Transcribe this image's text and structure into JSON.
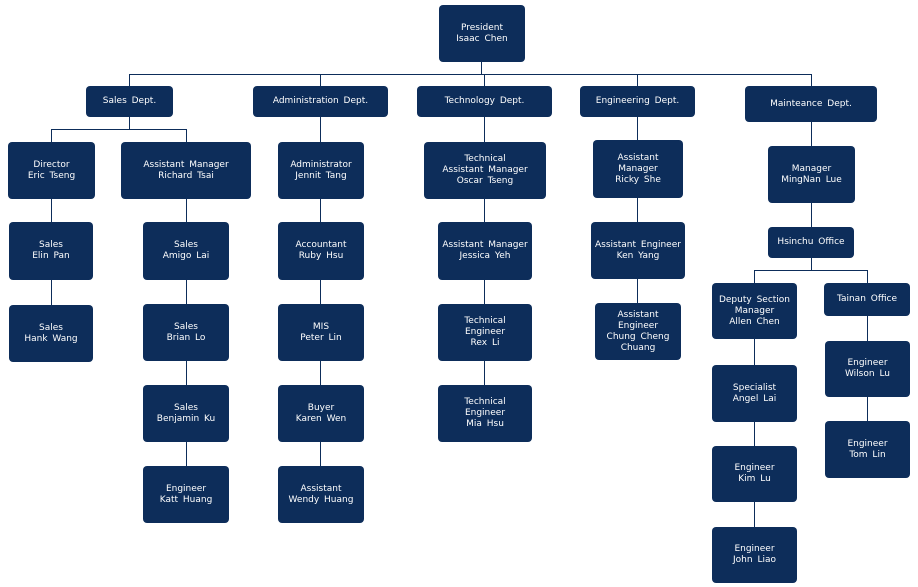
{
  "colors": {
    "box": "#0d2d5a",
    "line": "#0d2d5a",
    "text": "#ffffff"
  },
  "org": {
    "president": {
      "title": "President",
      "name": "Isaac  Chen"
    },
    "sales": {
      "dept": "Sales Dept.",
      "director": {
        "title": "Director",
        "name": "Eric  Tseng"
      },
      "sales_elin": {
        "title": "Sales",
        "name": "Elin  Pan"
      },
      "sales_hank": {
        "title": "Sales",
        "name": "Hank  Wang"
      },
      "asst_manager": {
        "title": "Assistant Manager",
        "name": "Richard  Tsai"
      },
      "sales_amigo": {
        "title": "Sales",
        "name": "Amigo  Lai"
      },
      "sales_brian": {
        "title": "Sales",
        "name": "Brian  Lo"
      },
      "sales_benjamin": {
        "title": "Sales",
        "name": "Benjamin  Ku"
      },
      "engineer_katt": {
        "title": "Engineer",
        "name": "Katt  Huang"
      }
    },
    "admin": {
      "dept": "Administration Dept.",
      "administrator": {
        "title": "Administrator",
        "name": "Jennit  Tang"
      },
      "accountant": {
        "title": "Accountant",
        "name": "Ruby  Hsu"
      },
      "mis": {
        "title": "MIS",
        "name": "Peter  Lin"
      },
      "buyer": {
        "title": "Buyer",
        "name": "Karen  Wen"
      },
      "assistant": {
        "title": "Assistant",
        "name": "Wendy  Huang"
      }
    },
    "tech": {
      "dept": "Technology  Dept.",
      "tech_am": {
        "title_1": "Technical",
        "title_2": "Assistant Manager",
        "name": "Oscar  Tseng"
      },
      "am_jessica": {
        "title": "Assistant Manager",
        "name": "Jessica  Yeh"
      },
      "eng_rex": {
        "title_1": "Technical",
        "title_2": "Engineer",
        "name": "Rex  Li"
      },
      "eng_mia": {
        "title_1": "Technical",
        "title_2": "Engineer",
        "name": "Mia  Hsu"
      }
    },
    "eng": {
      "dept": "Engineering  Dept.",
      "am_ricky": {
        "title_1": "Assistant",
        "title_2": "Manager",
        "name": "Ricky  She"
      },
      "ae_ken": {
        "title": "Assistant Engineer",
        "name": "Ken  Yang"
      },
      "ae_chung": {
        "title_1": "Assistant",
        "title_2": "Engineer",
        "name_1": "Chung  Cheng",
        "name_2": "Chuang"
      }
    },
    "maint": {
      "dept": "Mainteance  Dept.",
      "manager": {
        "title": "Manager",
        "name": "MingNan  Lue"
      },
      "hsinchu": "Hsinchu  Office",
      "deputy": {
        "title_1": "Deputy Section",
        "title_2": "Manager",
        "name": "Allen  Chen"
      },
      "specialist": {
        "title": "Specialist",
        "name": "Angel  Lai"
      },
      "eng_kim": {
        "title": "Engineer",
        "name": "Kim  Lu"
      },
      "eng_john": {
        "title": "Engineer",
        "name": "John  Liao"
      },
      "tainan": "Tainan  Office",
      "eng_wilson": {
        "title": "Engineer",
        "name": "Wilson  Lu"
      },
      "eng_tom": {
        "title": "Engineer",
        "name": "Tom  Lin"
      }
    }
  }
}
